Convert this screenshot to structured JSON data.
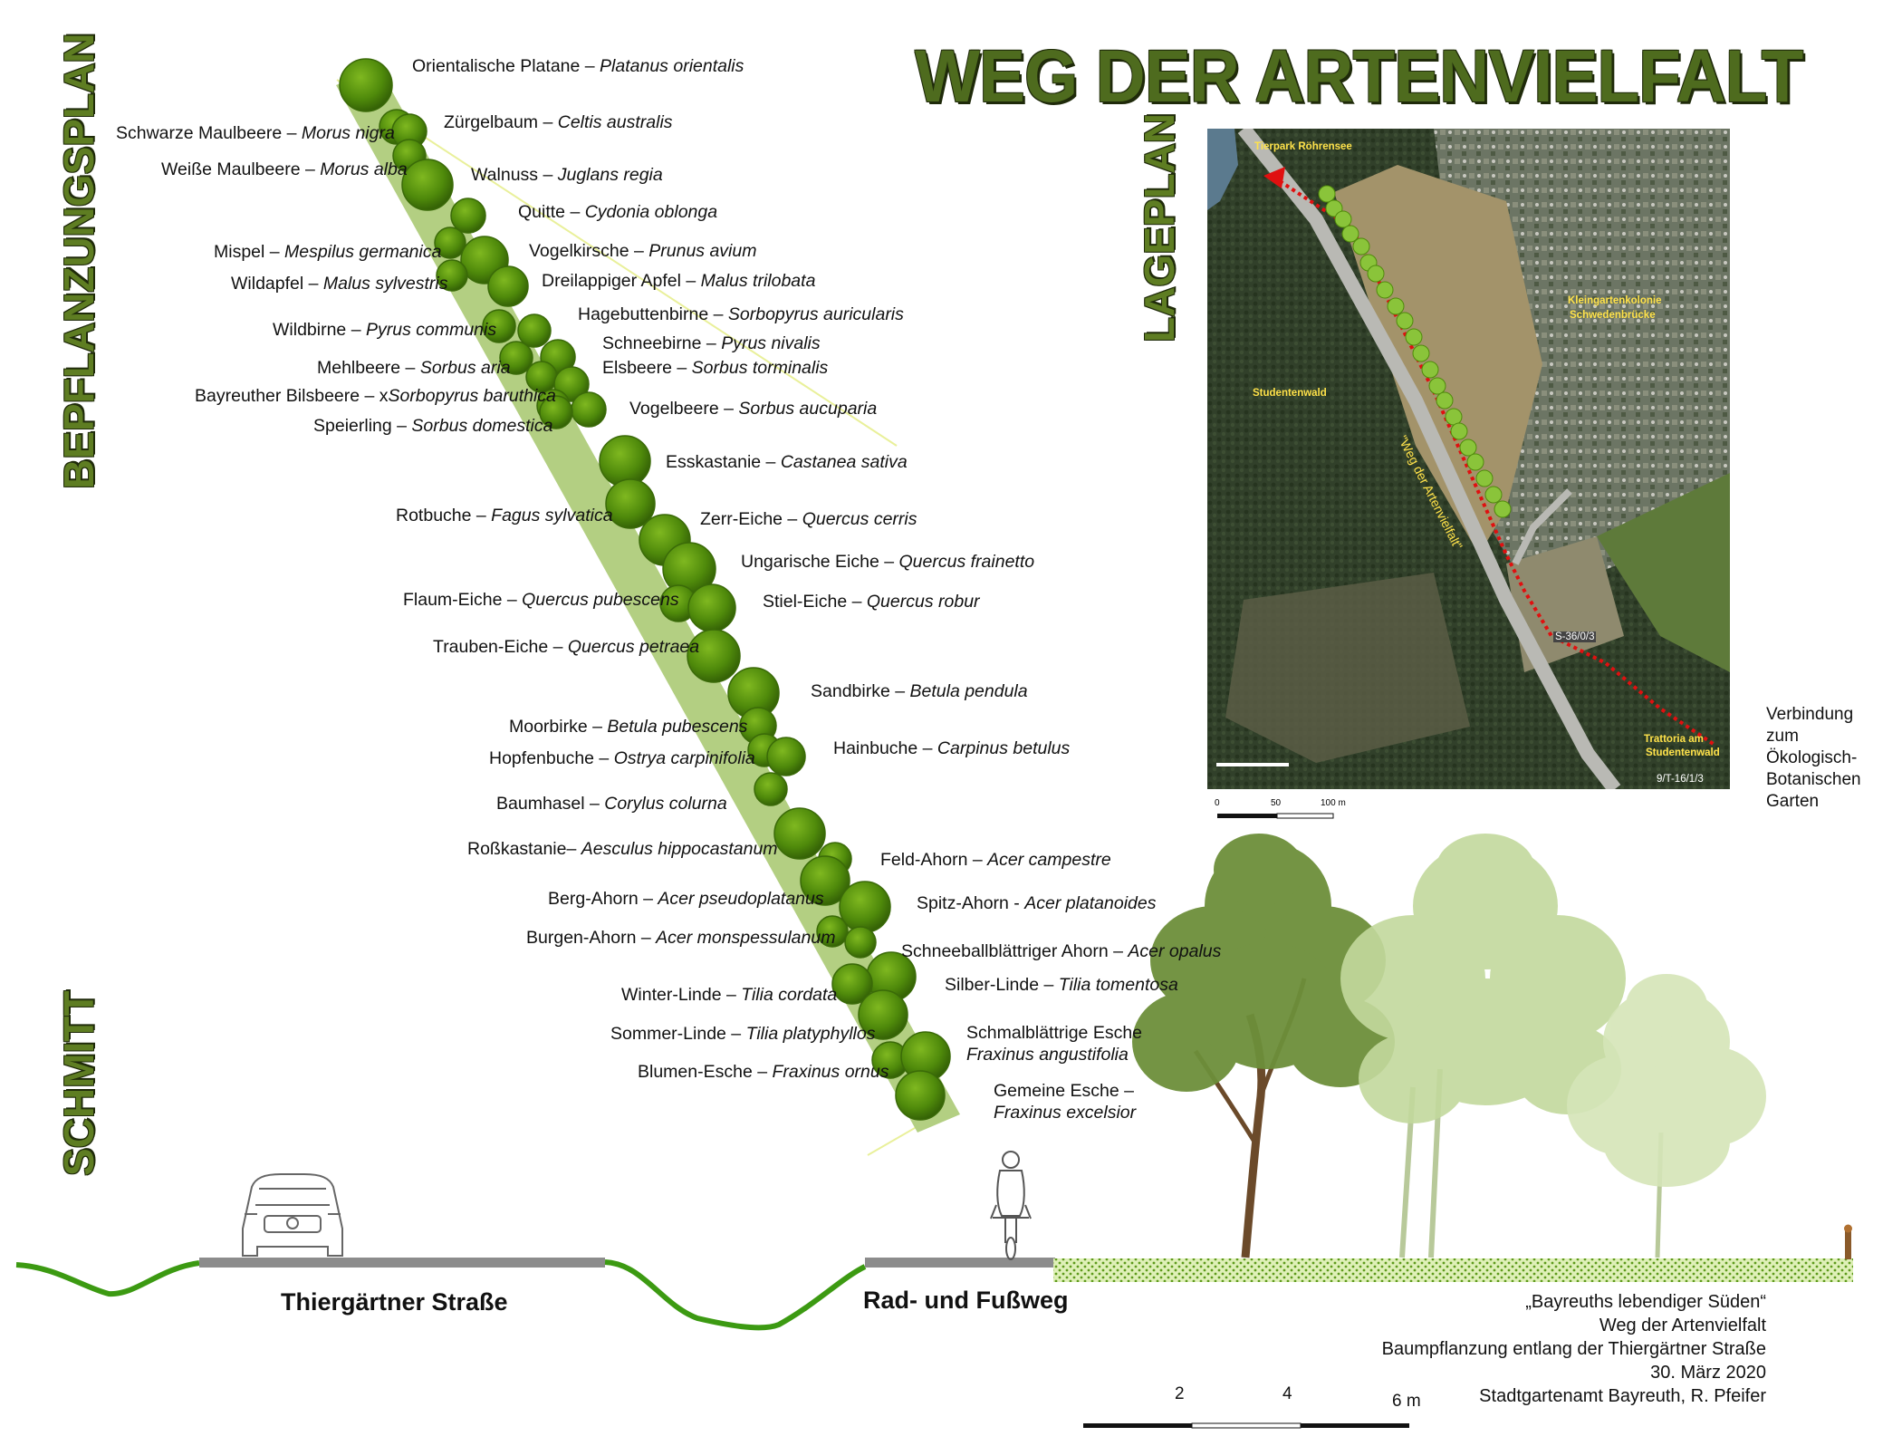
{
  "title": "WEG DER ARTENVIELFALT",
  "side_labels": {
    "planting_plan": "BEPFLANZUNGSPLAN",
    "site_plan": "LAGEPLAN",
    "section": "SCHMITT"
  },
  "species_left": [
    {
      "common": "Schwarze Maulbeere –",
      "latin": "Morus nigra"
    },
    {
      "common": "Weiße Maulbeere –",
      "latin": "Morus alba"
    },
    {
      "common": "Mispel –",
      "latin": "Mespilus germanica"
    },
    {
      "common": "Wildapfel –",
      "latin": "Malus sylvestris"
    },
    {
      "common": "Wildbirne –",
      "latin": "Pyrus communis"
    },
    {
      "common": "Mehlbeere –",
      "latin": "Sorbus aria"
    },
    {
      "common": "Bayreuther Bilsbeere – x",
      "latin": "Sorbopyrus baruthica"
    },
    {
      "common": "Speierling –",
      "latin": "Sorbus domestica"
    },
    {
      "common": "Rotbuche –",
      "latin": "Fagus sylvatica"
    },
    {
      "common": "Flaum-Eiche –",
      "latin": "Quercus pubescens"
    },
    {
      "common": "Trauben-Eiche –",
      "latin": "Quercus petraea"
    },
    {
      "common": "Moorbirke –",
      "latin": "Betula pubescens"
    },
    {
      "common": "Hopfenbuche –",
      "latin": "Ostrya carpinifolia"
    },
    {
      "common": "Baumhasel –",
      "latin": "Corylus colurna"
    },
    {
      "common": "Roßkastanie–",
      "latin": "Aesculus hippocastanum"
    },
    {
      "common": "Berg-Ahorn –",
      "latin": "Acer pseudoplatanus"
    },
    {
      "common": "Burgen-Ahorn –",
      "latin": "Acer monspessulanum"
    },
    {
      "common": "Winter-Linde –",
      "latin": "Tilia cordata"
    },
    {
      "common": "Sommer-Linde –",
      "latin": "Tilia platyphyllos"
    },
    {
      "common": "Blumen-Esche –",
      "latin": "Fraxinus ornus"
    }
  ],
  "species_right": [
    {
      "common": "Orientalische Platane –",
      "latin": "Platanus orientalis"
    },
    {
      "common": "Zürgelbaum –",
      "latin": "Celtis australis"
    },
    {
      "common": "Walnuss –",
      "latin": "Juglans regia"
    },
    {
      "common": "Quitte –",
      "latin": "Cydonia oblonga"
    },
    {
      "common": "Vogelkirsche –",
      "latin": "Prunus avium"
    },
    {
      "common": "Dreilappiger Apfel –",
      "latin": "Malus trilobata"
    },
    {
      "common": "Hagebuttenbirne –",
      "latin": "Sorbopyrus auricularis"
    },
    {
      "common": "Schneebirne –",
      "latin": "Pyrus nivalis"
    },
    {
      "common": "Elsbeere –",
      "latin": "Sorbus torminalis"
    },
    {
      "common": "Vogelbeere –",
      "latin": "Sorbus aucuparia"
    },
    {
      "common": "Esskastanie –",
      "latin": "Castanea sativa"
    },
    {
      "common": "Zerr-Eiche –",
      "latin": "Quercus cerris"
    },
    {
      "common": "Ungarische Eiche –",
      "latin": "Quercus frainetto"
    },
    {
      "common": "Stiel-Eiche –",
      "latin": "Quercus robur"
    },
    {
      "common": "Sandbirke –",
      "latin": "Betula pendula"
    },
    {
      "common": "Hainbuche –",
      "latin": "Carpinus betulus"
    },
    {
      "common": "Feld-Ahorn –",
      "latin": "Acer campestre"
    },
    {
      "common": "Spitz-Ahorn -",
      "latin": "Acer platanoides"
    },
    {
      "common": "Schneeballblättriger Ahorn –",
      "latin": "Acer opalus"
    },
    {
      "common": "Silber-Linde –",
      "latin": "Tilia tomentosa"
    },
    {
      "common": "Schmalblättrige Esche",
      "latin": "Fraxinus angustifolia"
    },
    {
      "common": "Gemeine Esche –",
      "latin": "Fraxinus excelsior"
    }
  ],
  "map": {
    "labels": {
      "zoo": "Tierpark Röhrensee",
      "allotments_1": "Kleingartenkolonie",
      "allotments_2": "Schwedenbrücke",
      "forest": "Studentenwald",
      "path": "\"Weg der Artenvielfalt\"",
      "trattoria_1": "Trattoria am",
      "trattoria_2": "Studentenwald",
      "code_1": "S-36/0/3",
      "code_2": "9/T-16/1/3"
    },
    "scale": {
      "s0": "0",
      "s1": "50",
      "s2": "100 m"
    }
  },
  "connection": [
    "Verbindung",
    "zum",
    "Ökologisch-",
    "Botanischen",
    "Garten"
  ],
  "section": {
    "road": "Thiergärtner Straße",
    "path": "Rad- und Fußweg",
    "scale": {
      "s1": "2",
      "s2": "4",
      "s3": "6 m"
    }
  },
  "footer": [
    "„Bayreuths lebendiger Süden“",
    "Weg der Artenvielfalt",
    "Baumpflanzung  entlang der Thiergärtner Straße",
    "30. März 2020",
    "Stadtgartenamt  Bayreuth,  R. Pfeifer"
  ],
  "colors": {
    "accent": "#5e7d22",
    "tree_fill": "#4f8a0b",
    "strip": "#b3cf82",
    "route": "#e01010"
  }
}
